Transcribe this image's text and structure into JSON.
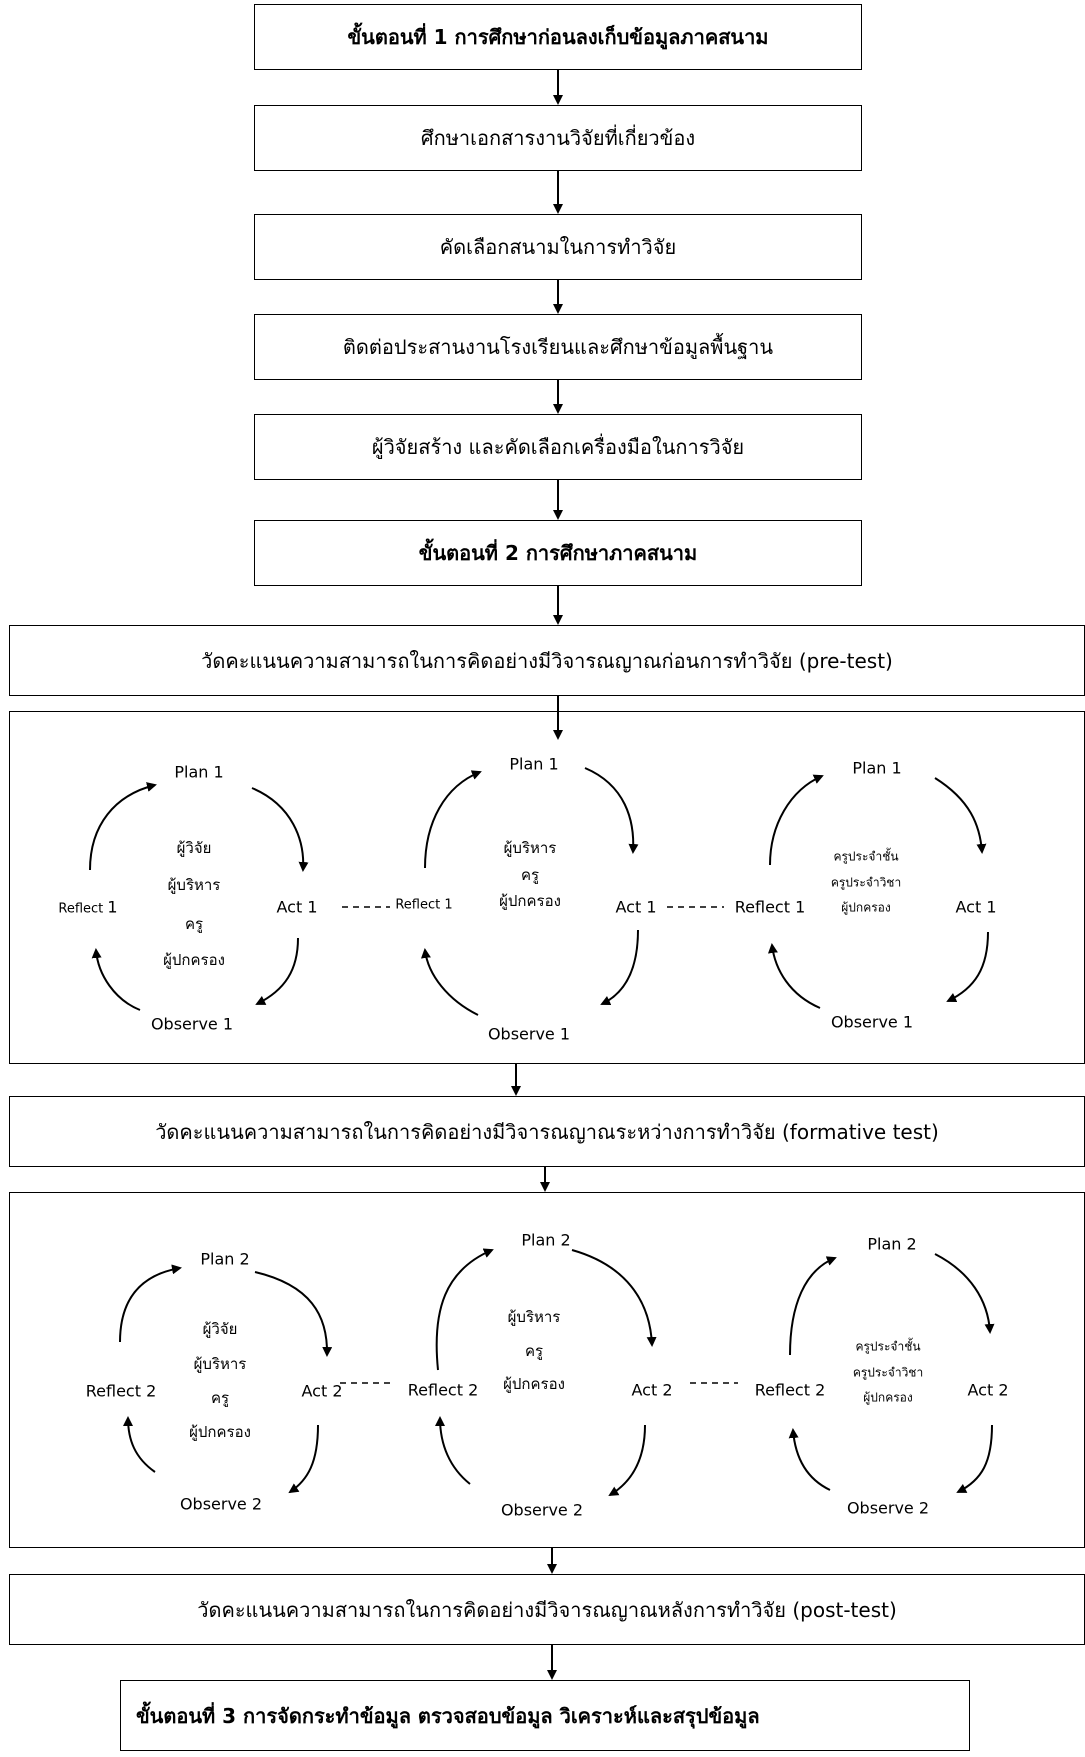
{
  "steps": {
    "step1_title": "ขั้นตอนที่ 1 การศึกษาก่อนลงเก็บข้อมูลภาคสนาม",
    "s1_item1": "ศึกษาเอกสารงานวิจัยที่เกี่ยวข้อง",
    "s1_item2": "คัดเลือกสนามในการทำวิจัย",
    "s1_item3": "ติดต่อประสานงานโรงเรียนและศึกษาข้อมูลพื้นฐาน",
    "s1_item4": "ผู้วิจัยสร้าง และคัดเลือกเครื่องมือในการวิจัย",
    "step2_title": "ขั้นตอนที่ 2 การศึกษาภาคสนาม",
    "pretest": "วัดคะแนนความสามารถในการคิดอย่างมีวิจารณญาณก่อนการทำวิจัย (pre-test)",
    "formative": "วัดคะแนนความสามารถในการคิดอย่างมีวิจารณญาณระหว่างการทำวิจัย (formative test)",
    "posttest": "วัดคะแนนความสามารถในการคิดอย่างมีวิจารณญาณหลังการทำวิจัย (post-test)",
    "step3_title": "ขั้นตอนที่ 3 การจัดกระทำข้อมูล ตรวจสอบข้อมูล วิเคราะห์และสรุปข้อมูล"
  },
  "cycle1": {
    "plan": "Plan 1",
    "act": "Act 1",
    "observe": "Observe 1",
    "reflect": "Reflect",
    "reflect_num": "1",
    "reflect_full": "Reflect 1",
    "a_line1": "ผู้วิจัย",
    "a_line2": "ผู้บริหาร",
    "a_line3": "ครู",
    "a_line4": "ผู้ปกครอง",
    "b_line1": "ผู้บริหาร",
    "b_line2": "ครู",
    "b_line3": "ผู้ปกครอง",
    "c_line1": "ครูประจำชั้น",
    "c_line2": "ครูประจำวิชา",
    "c_line3": "ผู้ปกครอง"
  },
  "cycle2": {
    "plan": "Plan 2",
    "act": "Act 2",
    "observe": "Observe 2",
    "reflect": "Reflect 2",
    "a_line1": "ผู้วิจัย",
    "a_line2": "ผู้บริหาร",
    "a_line3": "ครู",
    "a_line4": "ผู้ปกครอง",
    "b_line1": "ผู้บริหาร",
    "b_line2": "ครู",
    "b_line3": "ผู้ปกครอง",
    "c_line1": "ครูประจำชั้น",
    "c_line2": "ครูประจำวิชา",
    "c_line3": "ผู้ปกครอง"
  }
}
